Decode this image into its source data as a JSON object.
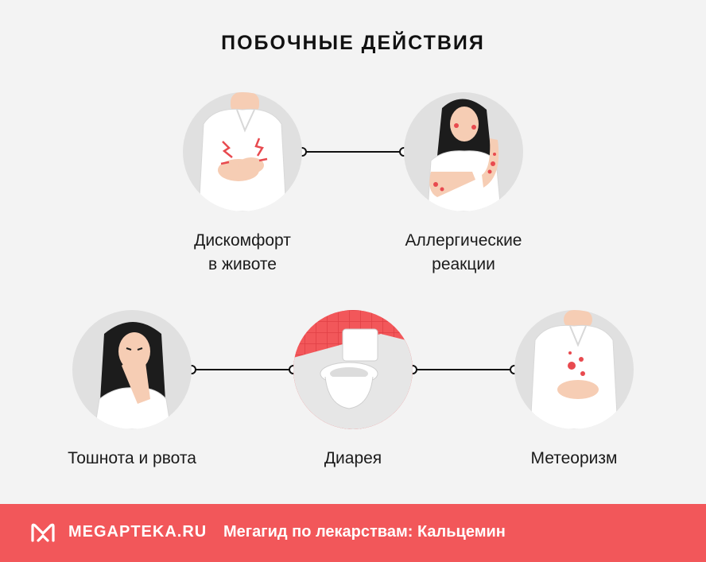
{
  "title": "ПОБОЧНЫЕ ДЕЙСТВИЯ",
  "items": [
    {
      "line1": "Дискомфорт",
      "line2": "в животе"
    },
    {
      "line1": "Аллергические",
      "line2": "реакции"
    },
    {
      "line1": "Тошнота и рвота"
    },
    {
      "line1": "Диарея"
    },
    {
      "line1": "Метеоризм"
    }
  ],
  "footer": {
    "brand": "MEGAPTEKA.RU",
    "tagline": "Мегагид по лекарствам: Кальцемин",
    "logo_icon": "m-logo-icon"
  },
  "colors": {
    "accent": "#f2575a",
    "circle_bg": "#e0e0e0",
    "background": "#f3f3f3"
  }
}
